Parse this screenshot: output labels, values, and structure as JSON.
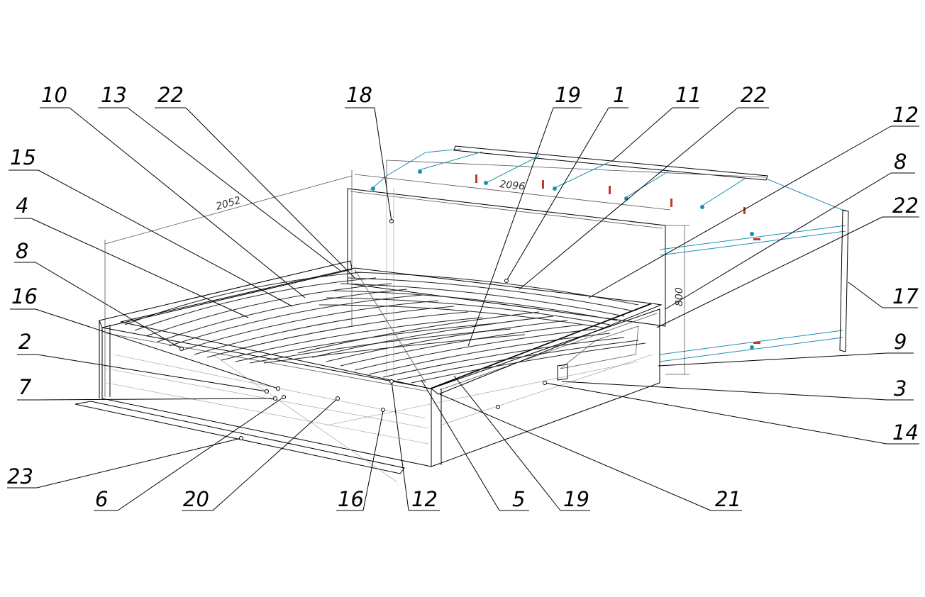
{
  "dimensions": {
    "length": "2052",
    "width": "2096",
    "height": "800"
  },
  "callouts": [
    "10",
    "13",
    "22",
    "18",
    "19",
    "1",
    "11",
    "22",
    "12",
    "15",
    "4",
    "8",
    "16",
    "2",
    "7",
    "8",
    "22",
    "17",
    "9",
    "3",
    "14",
    "21",
    "19",
    "5",
    "12",
    "16",
    "20",
    "6",
    "23"
  ],
  "colors": {
    "line": "#000000",
    "hardware": "#1a8fb3",
    "accent_red": "#c0392b",
    "background": "#ffffff"
  }
}
